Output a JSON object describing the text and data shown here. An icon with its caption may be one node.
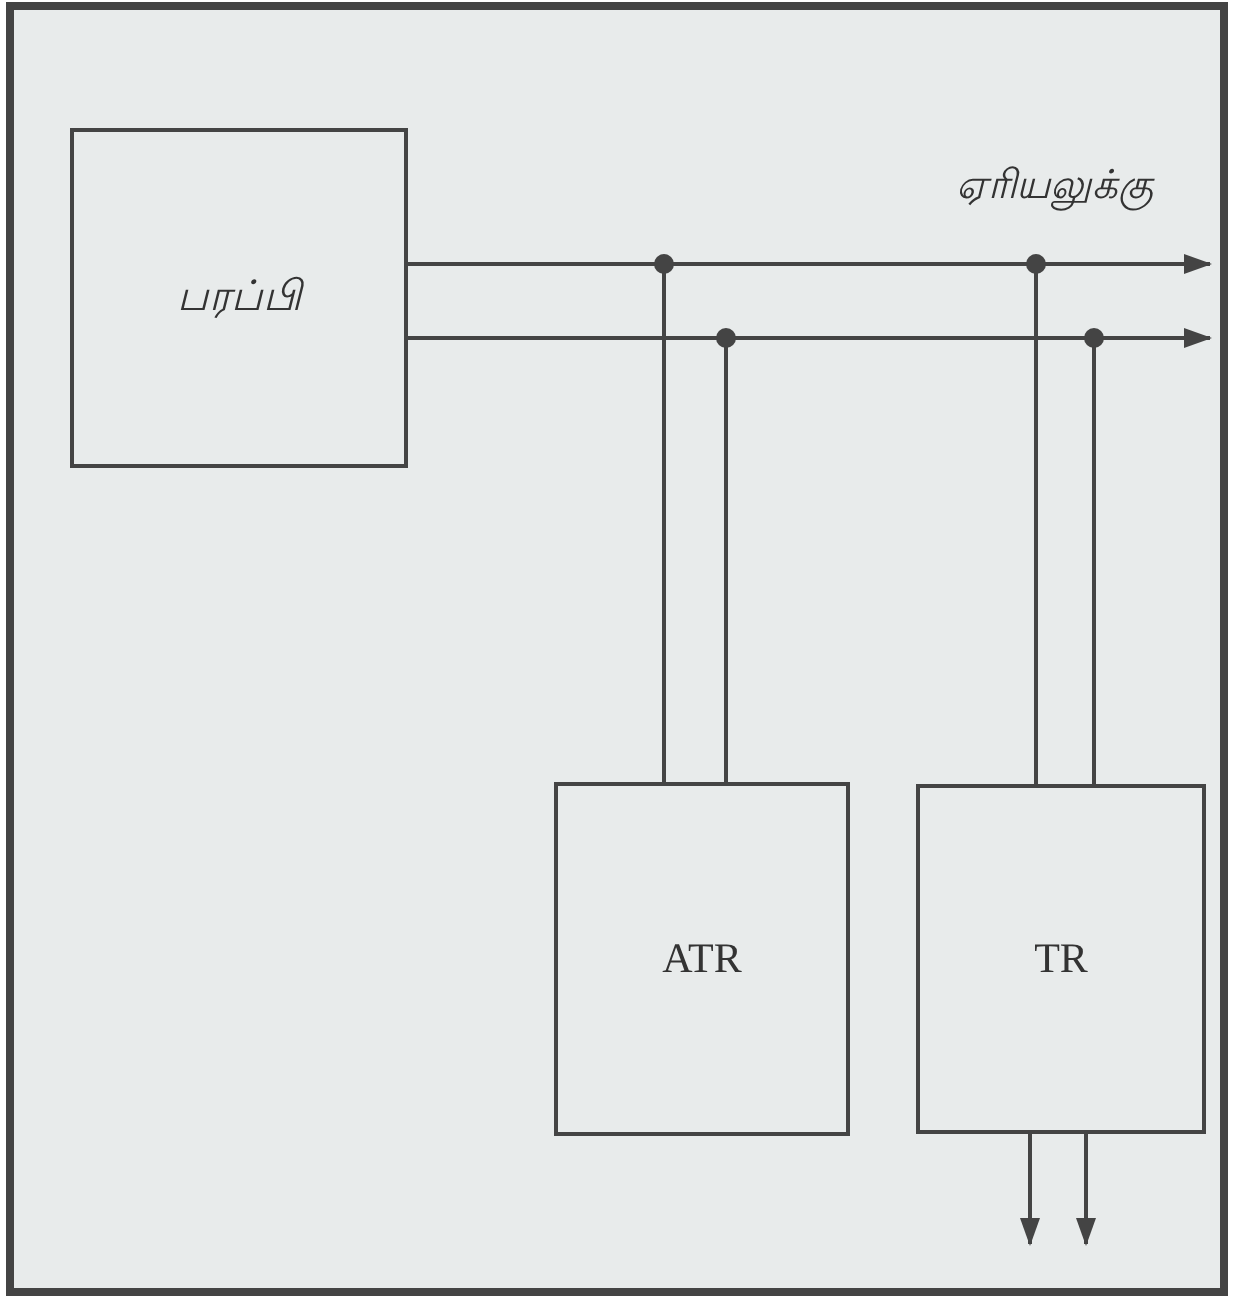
{
  "diagram": {
    "nodes": [
      {
        "text": [
          "பரப்பி"
        ]
      },
      {
        "text": [
          "ATR"
        ]
      },
      {
        "text": [
          "TR"
        ]
      }
    ],
    "edges": [
      {
        "from": 0,
        "to": null,
        "arrow": "to"
      },
      {
        "from": 0,
        "to": null,
        "arrow": "to"
      },
      {
        "from": 0,
        "to": 1,
        "arrow": "none"
      },
      {
        "from": 0,
        "to": 1,
        "arrow": "none"
      },
      {
        "from": 0,
        "to": 2,
        "arrow": "none"
      },
      {
        "from": 0,
        "to": 2,
        "arrow": "none"
      },
      {
        "from": 2,
        "to": null,
        "arrow": "to"
      },
      {
        "from": 2,
        "to": null,
        "arrow": "to"
      }
    ],
    "labels": [
      "ஏரியலுக்கு"
    ]
  }
}
